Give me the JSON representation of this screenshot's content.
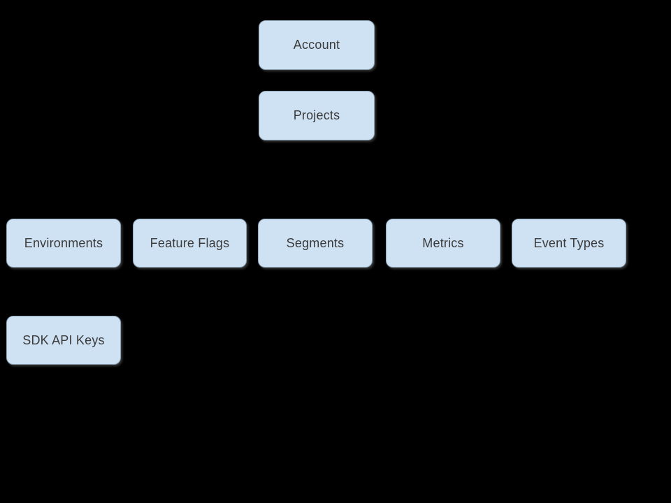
{
  "diagram": {
    "colors": {
      "background": "#000000",
      "node_fill": "#cfe2f3",
      "node_border": "#8ea6ba",
      "node_text": "#3a3a3a"
    },
    "nodes": {
      "account": {
        "label": "Account"
      },
      "projects": {
        "label": "Projects"
      },
      "environments": {
        "label": "Environments"
      },
      "feature_flags": {
        "label": "Feature Flags"
      },
      "segments": {
        "label": "Segments"
      },
      "metrics": {
        "label": "Metrics"
      },
      "event_types": {
        "label": "Event Types"
      },
      "sdk_api_keys": {
        "label": "SDK API Keys"
      }
    }
  }
}
